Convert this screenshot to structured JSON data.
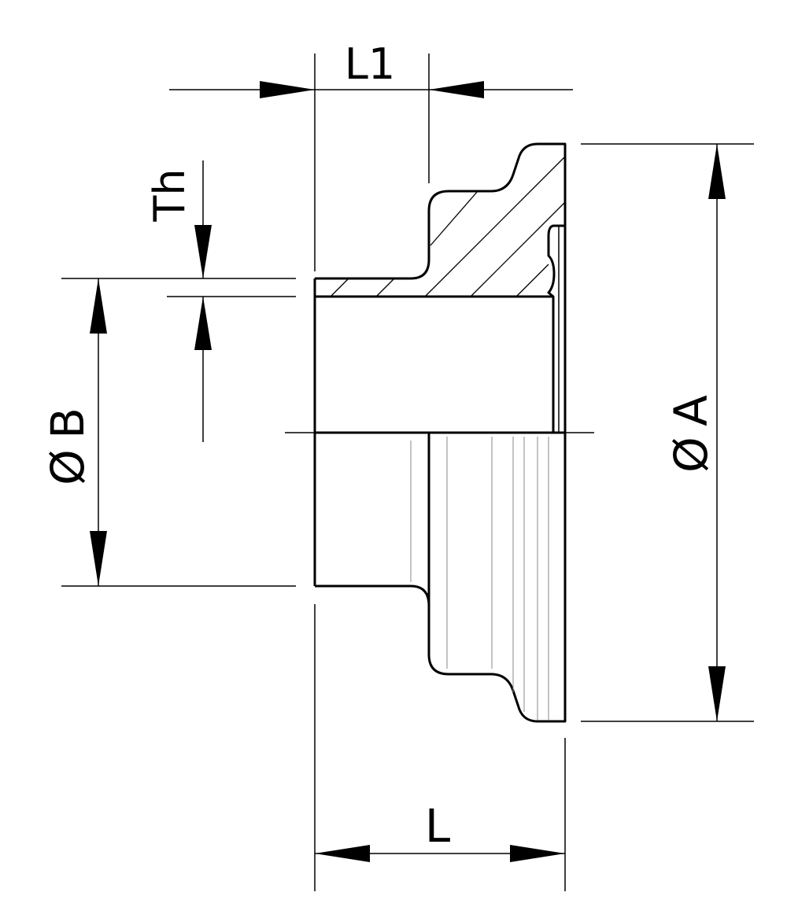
{
  "drawing": {
    "labels": {
      "L1": "L1",
      "Th": "Th",
      "B": "B",
      "A": "A",
      "L": "L"
    },
    "diameter_symbol": "Ø"
  }
}
